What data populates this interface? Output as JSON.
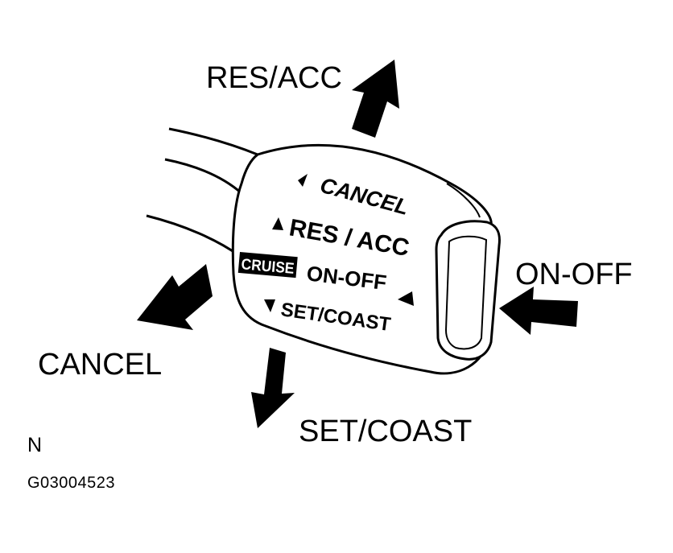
{
  "callouts": {
    "res_acc": "RES/ACC",
    "on_off": "ON-OFF",
    "cancel": "CANCEL",
    "set_coast": "SET/COAST"
  },
  "lever_face": {
    "cancel": "CANCEL",
    "res_acc": "RES / ACC",
    "cruise_badge": "CRUISE",
    "on_off": "ON-OFF",
    "set_coast": "SET/COAST"
  },
  "figure_note": "N",
  "figure_code": "G03004523",
  "arrows": [
    "arrow-up-icon",
    "arrow-left-icon",
    "arrow-down-left-icon",
    "arrow-down-icon"
  ]
}
